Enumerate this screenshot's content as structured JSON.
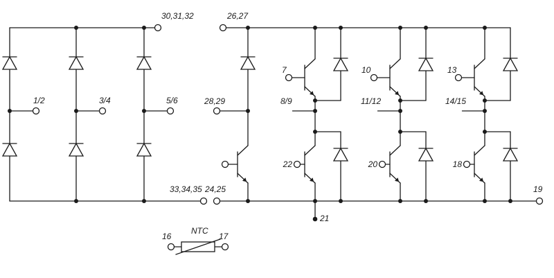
{
  "diagram": {
    "type": "power-module-circuit-schematic",
    "sections": [
      "three-phase diode rectifier bridge",
      "brake chopper IGBT with diode",
      "three-phase IGBT inverter with freewheeling diodes",
      "NTC thermistor"
    ],
    "colors": {
      "line": "#1a1a1a",
      "background": "#ffffff"
    }
  },
  "terminals": {
    "rect_dc_plus": "30,31,32",
    "rect_dc_minus": "33,34,35",
    "rect_ac1": "1/2",
    "rect_ac2": "3/4",
    "rect_ac3": "5/6",
    "inv_dc_plus": "26,27",
    "inv_dc_minus": "24,25",
    "inv_dc_minus_right": "19",
    "chopper_node": "28,29",
    "inv_emitter_aux": "21",
    "gate_top1": "7",
    "gate_top2": "10",
    "gate_top3": "13",
    "gate_bot1": "22",
    "gate_bot2": "20",
    "gate_bot3": "18",
    "phase1": "8/9",
    "phase2": "11/12",
    "phase3": "14/15",
    "ntc_a": "16",
    "ntc_b": "17"
  },
  "ntc": {
    "label": "NTC"
  }
}
